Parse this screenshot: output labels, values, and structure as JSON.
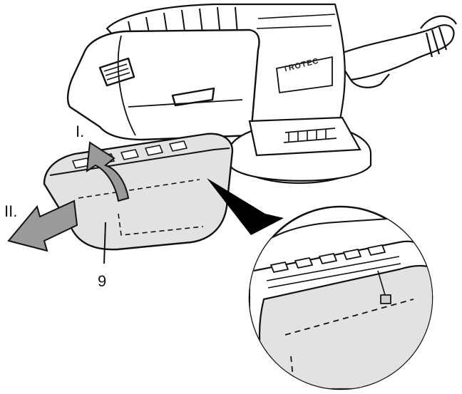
{
  "labels": {
    "step_one": "I.",
    "step_two": "II.",
    "part_number": "9"
  },
  "brand_text": "TROTEC",
  "colors": {
    "line": "#111111",
    "dust_box_fill": "#e2e2e2",
    "arrow_fill": "#9a9a9a",
    "zoom_wedge": "#000000",
    "background": "#ffffff"
  },
  "icons": {
    "rotate_arrow": "curved-arrow-up-icon",
    "pull_arrow": "arrow-left-icon",
    "magnifier": "zoom-callout-icon"
  }
}
